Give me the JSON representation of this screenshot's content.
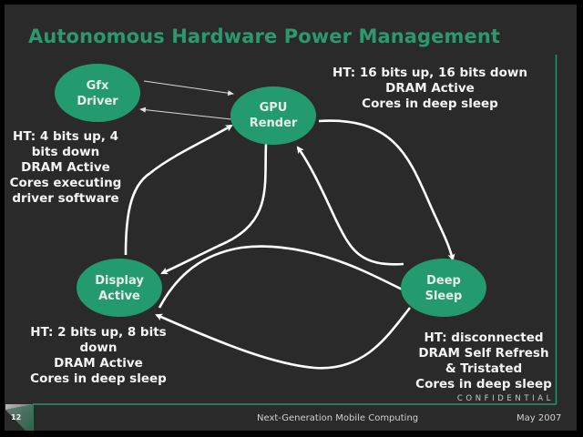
{
  "slide": {
    "title": "Autonomous Hardware Power Management",
    "page_number": "12",
    "footer_center": "Next-Generation Mobile Computing",
    "footer_date": "May 2007",
    "confidential": "CONFIDENTIAL"
  },
  "colors": {
    "node_fill": "#239b6e",
    "title": "#2a9a6e",
    "background": "#2a2a2a",
    "accent_line": "#2b8f68"
  },
  "nodes": [
    {
      "id": "gfx-driver",
      "lines": [
        "Gfx",
        "Driver"
      ]
    },
    {
      "id": "gpu-render",
      "lines": [
        "GPU",
        "Render"
      ]
    },
    {
      "id": "display-active",
      "lines": [
        "Display",
        "Active"
      ]
    },
    {
      "id": "deep-sleep",
      "lines": [
        "Deep",
        "Sleep"
      ]
    }
  ],
  "descriptions": {
    "gfx_driver": [
      "HT: 4 bits up, 4",
      "bits down",
      "DRAM Active",
      "Cores executing",
      "driver software"
    ],
    "gpu_render": [
      "HT: 16 bits up, 16 bits down",
      "DRAM Active",
      "Cores in deep sleep"
    ],
    "display_active": [
      "HT: 2 bits up, 8 bits",
      "down",
      "DRAM Active",
      "Cores in deep sleep"
    ],
    "deep_sleep": [
      "HT: disconnected",
      "DRAM Self Refresh",
      "& Tristated",
      "Cores in deep sleep"
    ]
  },
  "edges": [
    {
      "from": "gfx-driver",
      "to": "gpu-render",
      "style": "thin"
    },
    {
      "from": "gpu-render",
      "to": "gfx-driver",
      "style": "thin"
    },
    {
      "from": "gpu-render",
      "to": "deep-sleep",
      "style": "thick"
    },
    {
      "from": "deep-sleep",
      "to": "gpu-render",
      "style": "thick"
    },
    {
      "from": "gpu-render",
      "to": "display-active",
      "style": "thick"
    },
    {
      "from": "display-active",
      "to": "gpu-render",
      "style": "thick"
    },
    {
      "from": "display-active",
      "to": "deep-sleep",
      "style": "thick"
    },
    {
      "from": "deep-sleep",
      "to": "display-active",
      "style": "thick"
    }
  ]
}
